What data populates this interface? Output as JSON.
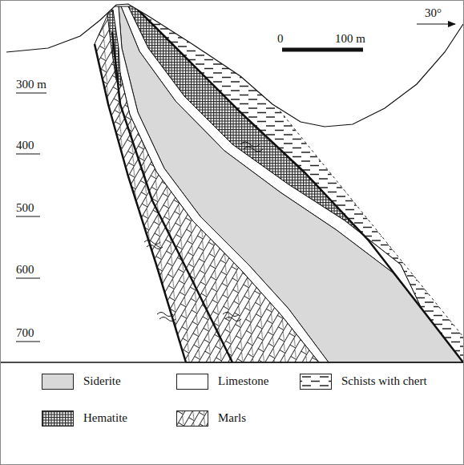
{
  "diagram": {
    "labels": [
      "0",
      "100 m",
      "30°",
      "300 m",
      "400",
      "500",
      "600",
      "700"
    ],
    "legend": [
      {
        "text": "Siderite",
        "color": "#d9d9d9"
      },
      {
        "text": "Limestone",
        "color": "#ffffff"
      },
      {
        "text": "Schists with chert"
      },
      {
        "text": "Hematite"
      },
      {
        "text": "Marls"
      }
    ]
  }
}
